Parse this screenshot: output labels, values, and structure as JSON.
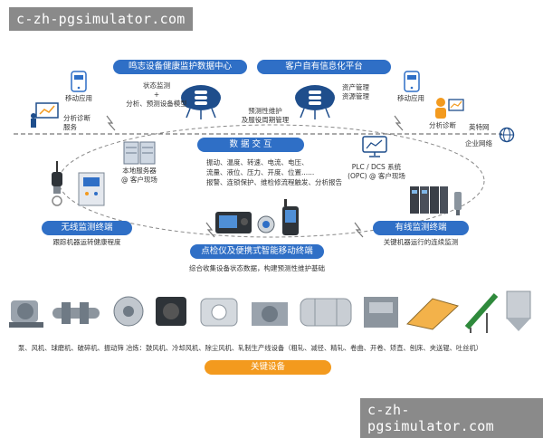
{
  "watermark": {
    "top": "c-zh-pgsimulator.com",
    "bottom": "c-zh-pgsimulator.com"
  },
  "headers": {
    "left_center": "鸣志设备健康监护数据中心",
    "right_center": "客户自有信息化平台",
    "data_exchange": "数 据 交 互",
    "wireless": "无线监测终端",
    "wired": "有线监测终端",
    "portable": "点检仪及便携式智能移动终端",
    "key_equipment": "关键设备"
  },
  "labels": {
    "mobile_app_left": "移动应用",
    "analysis_service": "分析诊断\n服务",
    "status_monitor": "状态监测\n+\n分析、预测设备模型",
    "predictive_maint": "预测性维护\n及服役周期管理",
    "asset_manage": "资产管理\n资源管理",
    "mobile_app_right": "移动应用",
    "analysis_right": "分析诊断",
    "internet": "英特网",
    "enterprise_net": "企业网络",
    "local_server": "本地服务器\n@ 客户现场",
    "data_points": "振动、温度、转速、电流、电压、\n流量、液位、压力、开度、位置......\n报警、连锁保护、维检修流程触发、分析报告",
    "plc_dcs": "PLC / DCS 系统\n(OPC) @ 客户现场",
    "wireless_desc": "跟踪机器运转健康程度",
    "wired_desc": "关键机器运行的连续监测",
    "portable_desc": "综合收集设备状态数据，构建预测性维护基础",
    "equipment_list": "泵、风机、球磨机、破碎机、振动筛  冶炼：鼓风机、冷却风机、除尘风机、轧制生产线设备（粗轧、减径、精轧、卷曲、开卷、矫直、刨床、夹送辊、吐丝机）"
  },
  "icons": [
    "app-phone-icon",
    "presentation-icon",
    "cloud-data-icon",
    "server-rack-icon",
    "monitor-chart-icon",
    "internet-globe-icon",
    "engineer-icon",
    "wireless-sensor-icon",
    "cabinet-icon",
    "plc-module-icon",
    "handheld-device-icon"
  ],
  "colors": {
    "blue": "#2f6fc6",
    "orange": "#f39a1e",
    "darkblue": "#1f4e8c",
    "line": "#666666"
  }
}
